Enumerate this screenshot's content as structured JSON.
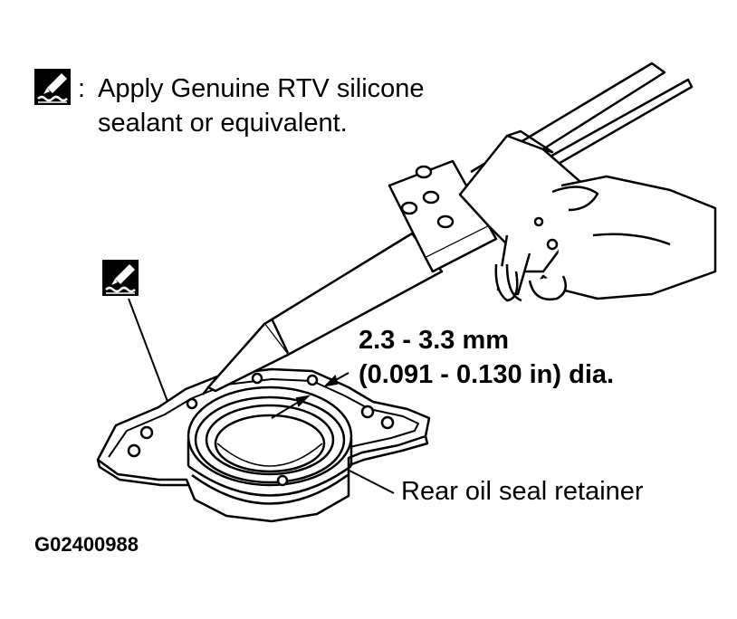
{
  "legend": {
    "icon": "rtv-sealant-icon",
    "colon": ":",
    "line1": "Apply Genuine RTV silicone",
    "line2": "sealant or equivalent."
  },
  "dimension": {
    "line1": "2.3 - 3.3 mm",
    "line2": "(0.091 - 0.130 in) dia."
  },
  "callout": {
    "part": "Rear oil seal retainer",
    "icon": "rtv-sealant-icon"
  },
  "figure_id": "G02400988"
}
